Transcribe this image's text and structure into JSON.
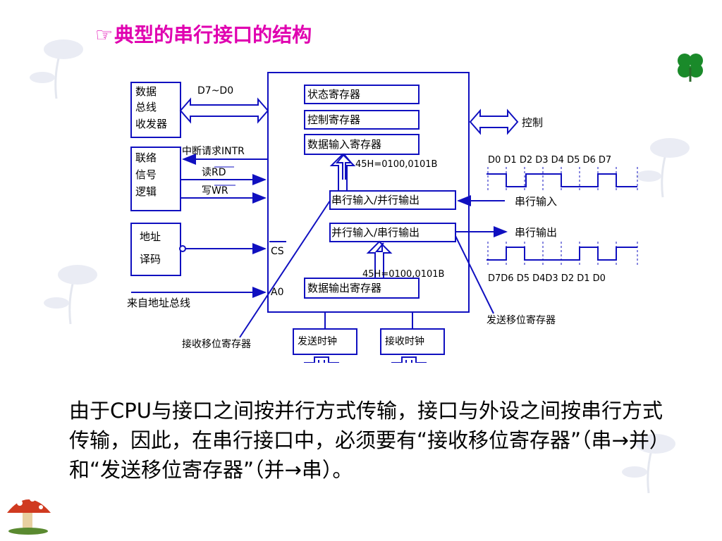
{
  "title": "典型的串行接口的结构",
  "icons": {
    "pointer": "pointing-hand-icon",
    "clover": "clover-icon",
    "mushroom": "mushroom-icon"
  },
  "colors": {
    "title": "#e000b0",
    "diagram_line": "#1010c0",
    "text": "#000000"
  },
  "diagram": {
    "transceiver": [
      "数据",
      "总线",
      "收发器"
    ],
    "logic": [
      "联络",
      "信号",
      "逻辑"
    ],
    "decode": [
      "地址",
      "译码"
    ],
    "addr_bus": "来自地址总线",
    "data_bus": "D7~D0",
    "intr": "中断请求INTR",
    "rd": "读RD",
    "wr": "写WR",
    "cs": "CS",
    "a0": "A0",
    "status_reg": "状态寄存器",
    "control_reg": "控制寄存器",
    "data_in_reg": "数据输入寄存器",
    "s2p": "串行输入/并行输出",
    "p2s": "并行输入/串行输出",
    "data_out_reg": "数据输出寄存器",
    "value1": "45H=0100,0101B",
    "value2": "45H=0100,0101B",
    "control": "控制",
    "serial_in": "串行输入",
    "serial_out": "串行输出",
    "bits_top": "D0 D1 D2 D3 D4 D5 D6 D7",
    "bits_bottom": "D7D6 D5 D4D3 D2 D1 D0",
    "send_shift_reg": "发送移位寄存器",
    "recv_shift_reg": "接收移位寄存器",
    "send_clock": "发送时钟",
    "recv_clock": "接收时钟"
  },
  "caption": "由于CPU与接口之间按并行方式传输，接口与外设之间按串行方式传输，因此，在串行接口中，必须要有“接收移位寄存器”（串→并）和“发送移位寄存器”（并→串）。"
}
